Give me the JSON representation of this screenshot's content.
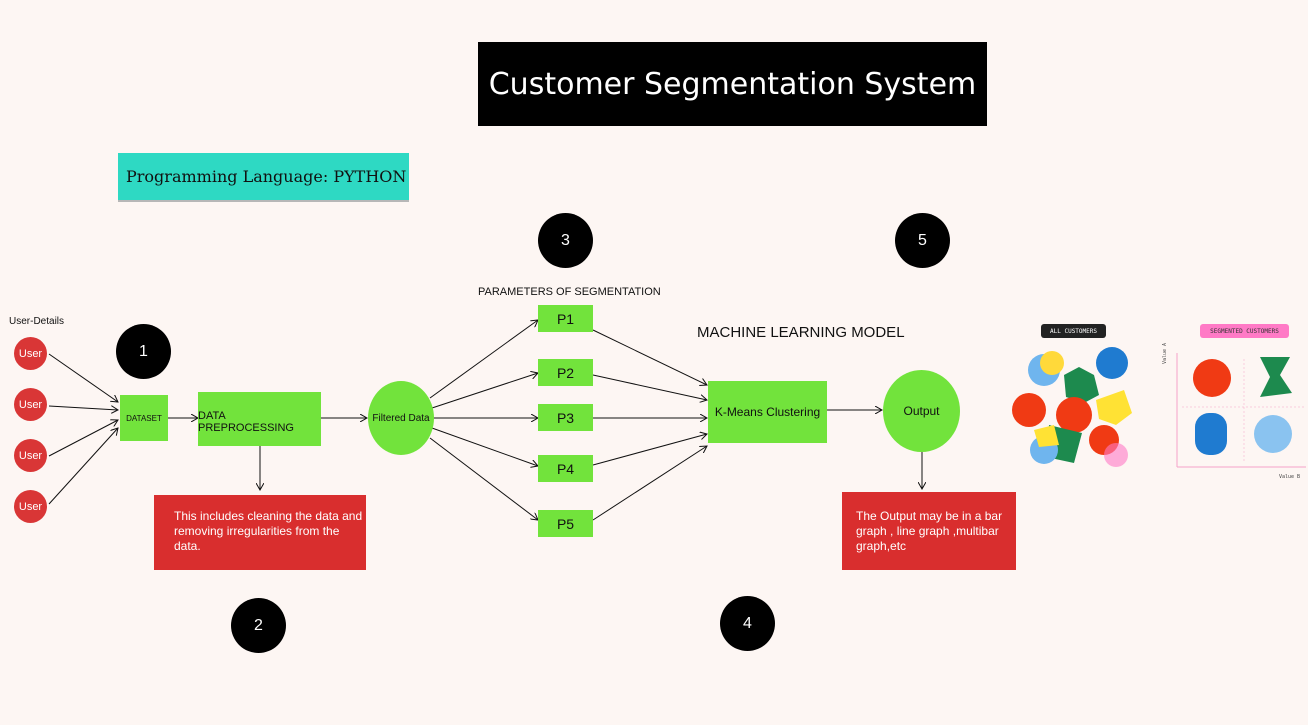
{
  "title": "Customer Segmentation System",
  "language": "Programming Language: PYTHON",
  "users_label": "User-Details",
  "user_node": "User",
  "steps": {
    "s1": "1",
    "s2": "2",
    "s3": "3",
    "s4": "4",
    "s5": "5"
  },
  "dataset": "DATASET",
  "preprocessing": "DATA PREPROCESSING",
  "preprocessing_note": "This includes cleaning the data and removing irregularities from the data.",
  "filtered": "Filtered Data",
  "params_title": "PARAMETERS OF SEGMENTATION",
  "params": [
    "P1",
    "P2",
    "P3",
    "P4",
    "P5"
  ],
  "ml_title": "MACHINE LEARNING MODEL",
  "kmeans": "K-Means Clustering",
  "output": "Output",
  "output_note": "The Output may be in a bar graph , line graph ,multibar graph,etc",
  "illustration": {
    "all_label": "ALL CUSTOMERS",
    "seg_label": "SEGMENTED CUSTOMERS",
    "axis_y": "Value A",
    "axis_x": "Value B"
  },
  "colors": {
    "green": "#72e33c",
    "red": "#d93636",
    "teal": "#2ed9c3",
    "pink": "#ff7ac6"
  }
}
